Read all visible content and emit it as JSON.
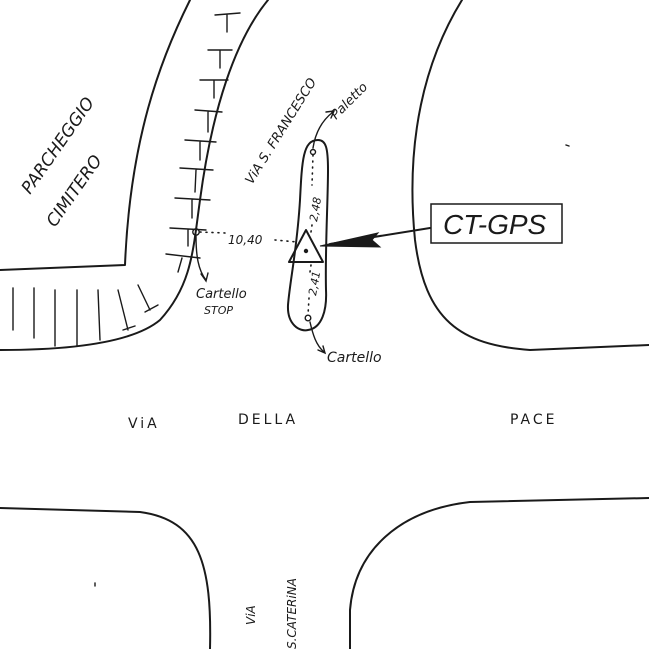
{
  "labels": {
    "parking": [
      "PARCHEGGIO",
      "CIMITERO"
    ],
    "street_san_francesco": "ViA S. FRANCESCO",
    "street_della_pace": [
      "ViA",
      "DELLA",
      "PACE"
    ],
    "street_santa_caterina": [
      "ViA",
      "S.CATERiNA"
    ],
    "distance_stop_sign": "10,40",
    "distance_upper": "2,48",
    "distance_lower": "2,41",
    "post_label": "Paletto",
    "sign_stop_label": [
      "Cartello",
      "STOP"
    ],
    "sign_label": "Cartello",
    "gps_marker": "CT-GPS"
  }
}
